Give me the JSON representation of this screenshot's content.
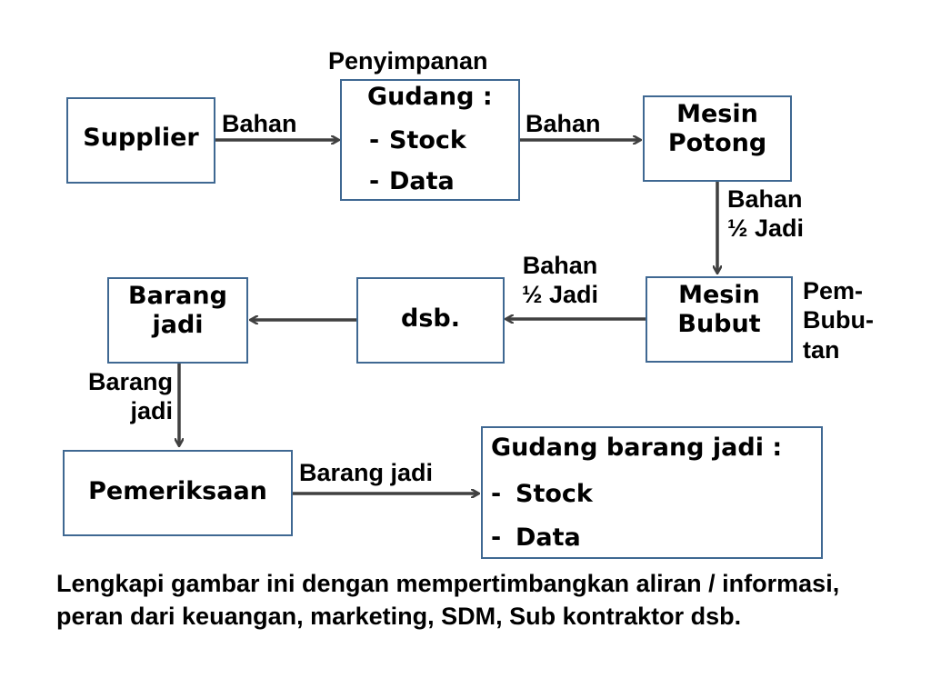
{
  "nodes": {
    "supplier": "Supplier",
    "gudang": {
      "title": "Gudang :",
      "items": [
        "Stock",
        "Data"
      ]
    },
    "mesin_potong": [
      "Mesin",
      "Potong"
    ],
    "mesin_bubut": [
      "Mesin",
      "Bubut"
    ],
    "dsb": "dsb.",
    "barang_jadi": [
      "Barang",
      "jadi"
    ],
    "pemeriksaan": "Pemeriksaan",
    "gudang_jadi": {
      "title": "Gudang barang jadi :",
      "items": [
        "Stock",
        "Data"
      ]
    }
  },
  "labels": {
    "penyimpanan": "Penyimpanan",
    "bahan_1": "Bahan",
    "bahan_2": "Bahan",
    "bahan_setengah_1": [
      "Bahan",
      "½ Jadi"
    ],
    "bahan_setengah_2": [
      "Bahan",
      "½ Jadi"
    ],
    "pembubutan": [
      "Pem-",
      "Bubu-",
      "tan"
    ],
    "barang_jadi_vertical": [
      "Barang",
      "jadi"
    ],
    "barang_jadi_horizontal": "Barang jadi"
  },
  "list_dash": "-",
  "caption": "Lengkapi gambar ini dengan mempertimbangkan aliran / informasi, peran dari keuangan, marketing, SDM, Sub kontraktor dsb.",
  "colors": {
    "box_border": "#3f6892",
    "arrow": "#404040"
  }
}
